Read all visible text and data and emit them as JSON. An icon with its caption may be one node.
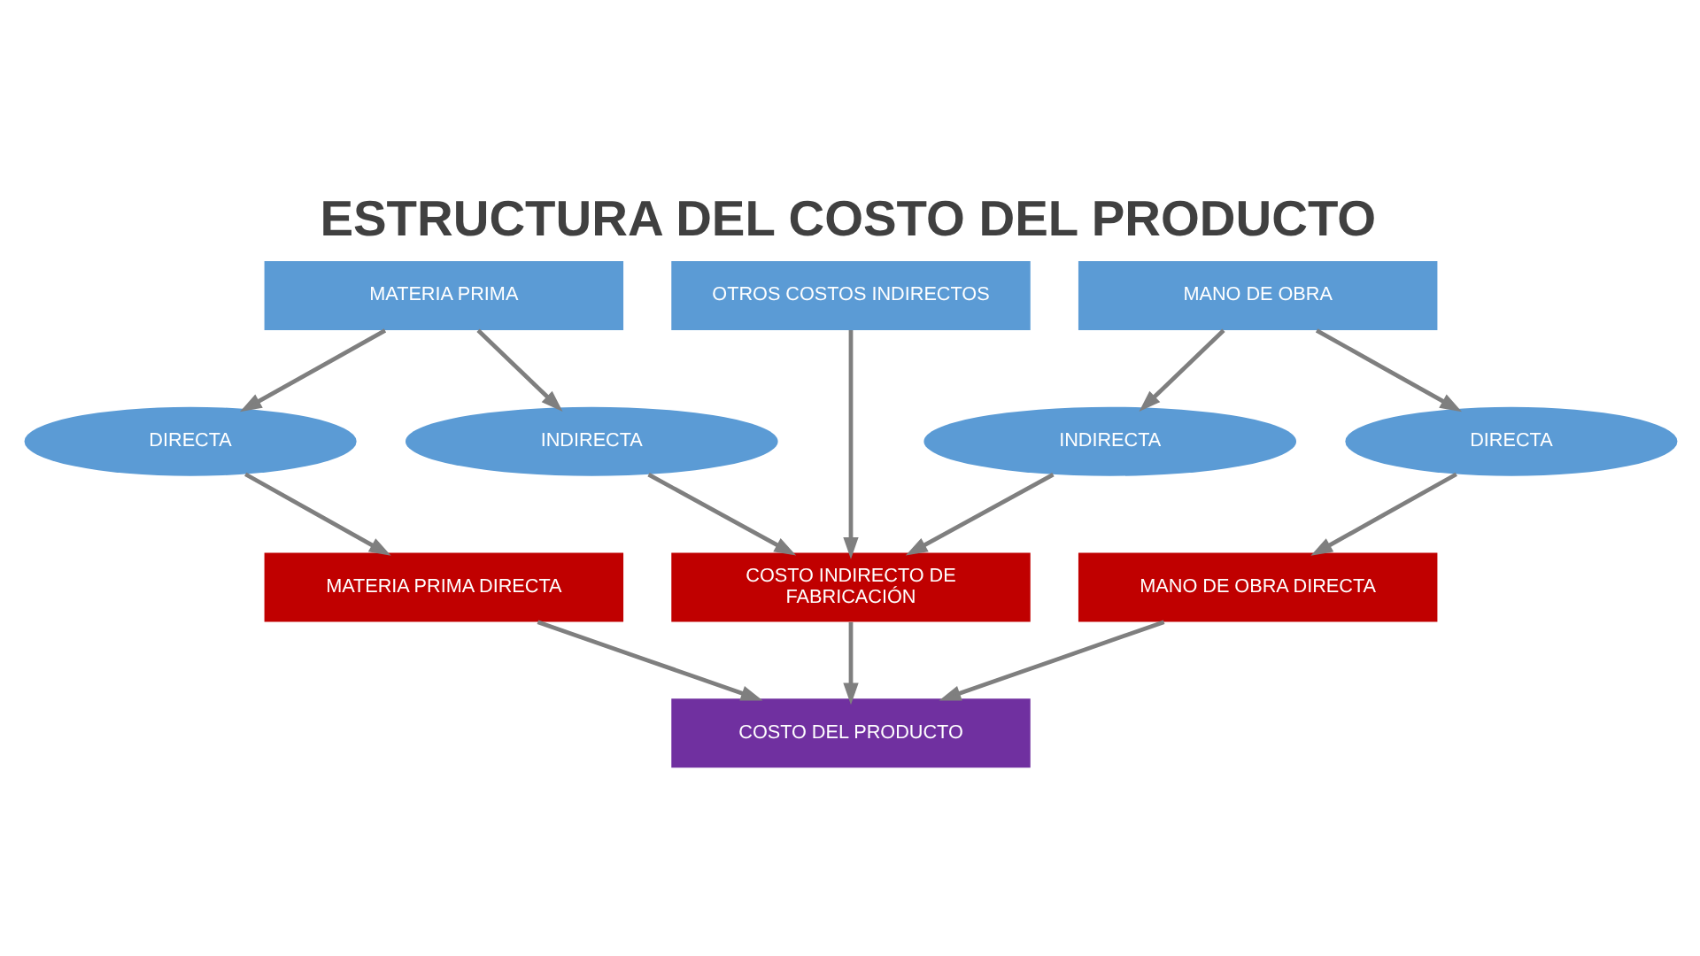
{
  "diagram": {
    "title": "ESTRUCTURA DEL COSTO DEL PRODUCTO",
    "nodes": [
      {
        "text": [
          "MATERIA PRIMA"
        ]
      },
      {
        "text": [
          "OTROS COSTOS INDIRECTOS"
        ]
      },
      {
        "text": [
          "MANO DE OBRA"
        ]
      },
      {
        "text": [
          "DIRECTA"
        ]
      },
      {
        "text": [
          "INDIRECTA"
        ]
      },
      {
        "text": [
          "INDIRECTA"
        ]
      },
      {
        "text": [
          "DIRECTA"
        ]
      },
      {
        "text": [
          "MATERIA PRIMA DIRECTA"
        ]
      },
      {
        "text": [
          "COSTO INDIRECTO DE FABRICACIÓN"
        ]
      },
      {
        "text": [
          "MANO DE OBRA DIRECTA"
        ]
      },
      {
        "text": [
          "COSTO DEL PRODUCTO"
        ]
      }
    ],
    "edges": [
      {
        "from": 0,
        "to": 3,
        "arrow": "to"
      },
      {
        "from": 0,
        "to": 4,
        "arrow": "to"
      },
      {
        "from": 1,
        "to": 8,
        "arrow": "to"
      },
      {
        "from": 2,
        "to": 5,
        "arrow": "to"
      },
      {
        "from": 2,
        "to": 6,
        "arrow": "to"
      },
      {
        "from": 3,
        "to": 7,
        "arrow": "to"
      },
      {
        "from": 4,
        "to": 8,
        "arrow": "to"
      },
      {
        "from": 5,
        "to": 8,
        "arrow": "to"
      },
      {
        "from": 6,
        "to": 9,
        "arrow": "to"
      },
      {
        "from": 7,
        "to": 10,
        "arrow": "to"
      },
      {
        "from": 8,
        "to": 10,
        "arrow": "to"
      },
      {
        "from": 9,
        "to": 10,
        "arrow": "to"
      }
    ]
  }
}
